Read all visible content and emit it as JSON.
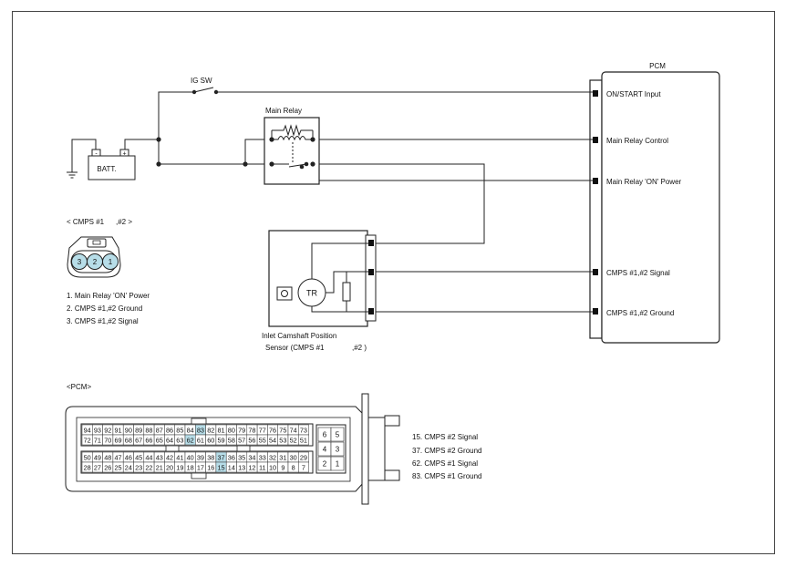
{
  "components": {
    "pcm_title": "PCM",
    "ig_sw": "IG SW",
    "main_relay": "Main Relay",
    "batt": "BATT.",
    "batt_neg": "-",
    "batt_pos": "+",
    "tr": "TR"
  },
  "pcm_pins": [
    "ON/START Input",
    "Main Relay Control",
    "Main Relay 'ON' Power",
    "CMPS #1,#2 Signal",
    "CMPS #1,#2 Ground"
  ],
  "sensor": {
    "line1": "Inlet Camshaft Position",
    "line2": "Sensor (CMPS #1",
    "line2b": ",#2 )"
  },
  "cmps_connector": {
    "title_a": "< CMPS #1",
    "title_b": ",#2 >",
    "pins": [
      "3",
      "2",
      "1"
    ],
    "legend": [
      "1.  Main Relay 'ON' Power",
      "2. CMPS #1,#2 Ground",
      "3. CMPS #1,#2 Signal"
    ]
  },
  "pcm_connector": {
    "title": "<PCM>",
    "row1": [
      "94",
      "93",
      "92",
      "91",
      "90",
      "89",
      "88",
      "87",
      "86",
      "85",
      "84",
      "83",
      "82",
      "81",
      "80",
      "79",
      "78",
      "77",
      "76",
      "75",
      "74",
      "73"
    ],
    "row2": [
      "72",
      "71",
      "70",
      "69",
      "68",
      "67",
      "66",
      "65",
      "64",
      "63",
      "62",
      "61",
      "60",
      "59",
      "58",
      "57",
      "56",
      "55",
      "54",
      "53",
      "52",
      "51"
    ],
    "row3": [
      "50",
      "49",
      "48",
      "47",
      "46",
      "45",
      "44",
      "43",
      "42",
      "41",
      "40",
      "39",
      "38",
      "37",
      "36",
      "35",
      "34",
      "33",
      "32",
      "31",
      "30",
      "29"
    ],
    "row4": [
      "28",
      "27",
      "26",
      "25",
      "24",
      "23",
      "22",
      "21",
      "20",
      "19",
      "18",
      "17",
      "16",
      "15",
      "14",
      "13",
      "12",
      "11",
      "10",
      "9",
      "8",
      "7"
    ],
    "small_block": [
      "6",
      "5",
      "4",
      "3",
      "2",
      "1"
    ],
    "highlighted": [
      "83",
      "62",
      "37",
      "15"
    ],
    "highlight_color": "#b7dde8",
    "legend": [
      "15. CMPS #2 Signal",
      "37. CMPS #2 Ground",
      "62. CMPS #1 Signal",
      "83. CMPS #1 Ground"
    ]
  }
}
